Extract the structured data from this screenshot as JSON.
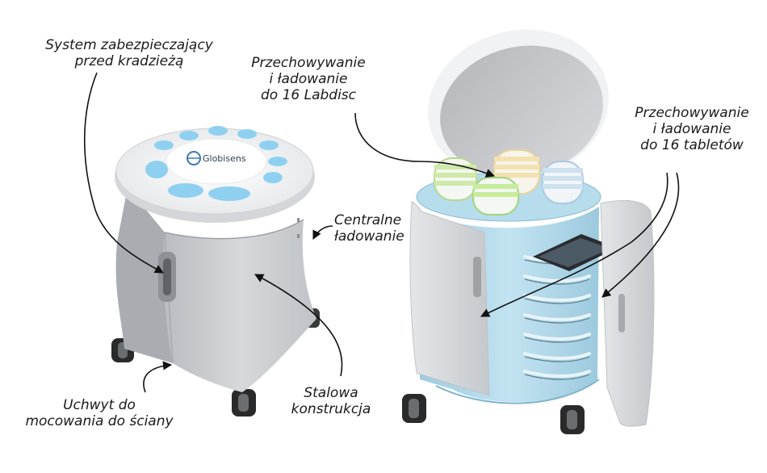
{
  "labels": {
    "security": [
      "System zabezpieczający",
      "przed kradzieżą"
    ],
    "labdisc": [
      "Przechowywanie",
      "i ładowanie",
      "do 16 Labdisc"
    ],
    "tablets": [
      "Przechowywanie",
      "i ładowanie",
      "do 16 tabletów"
    ],
    "central": [
      "Centralne",
      "ładowanie"
    ],
    "wall": [
      "Uchwyt do",
      "mocowania do ściany"
    ],
    "steel": [
      "Stalowa",
      "konstrukcja"
    ]
  },
  "logo": "Globisens",
  "colors": {
    "cabinet_body": "#c9ccd0",
    "lid_white": "#f4f5f6",
    "accent_blue": "#9fd6ee",
    "pad_blue": "#7ccbee",
    "interior_blue": "#aed7e8",
    "wheel": "#2a2a2a"
  }
}
